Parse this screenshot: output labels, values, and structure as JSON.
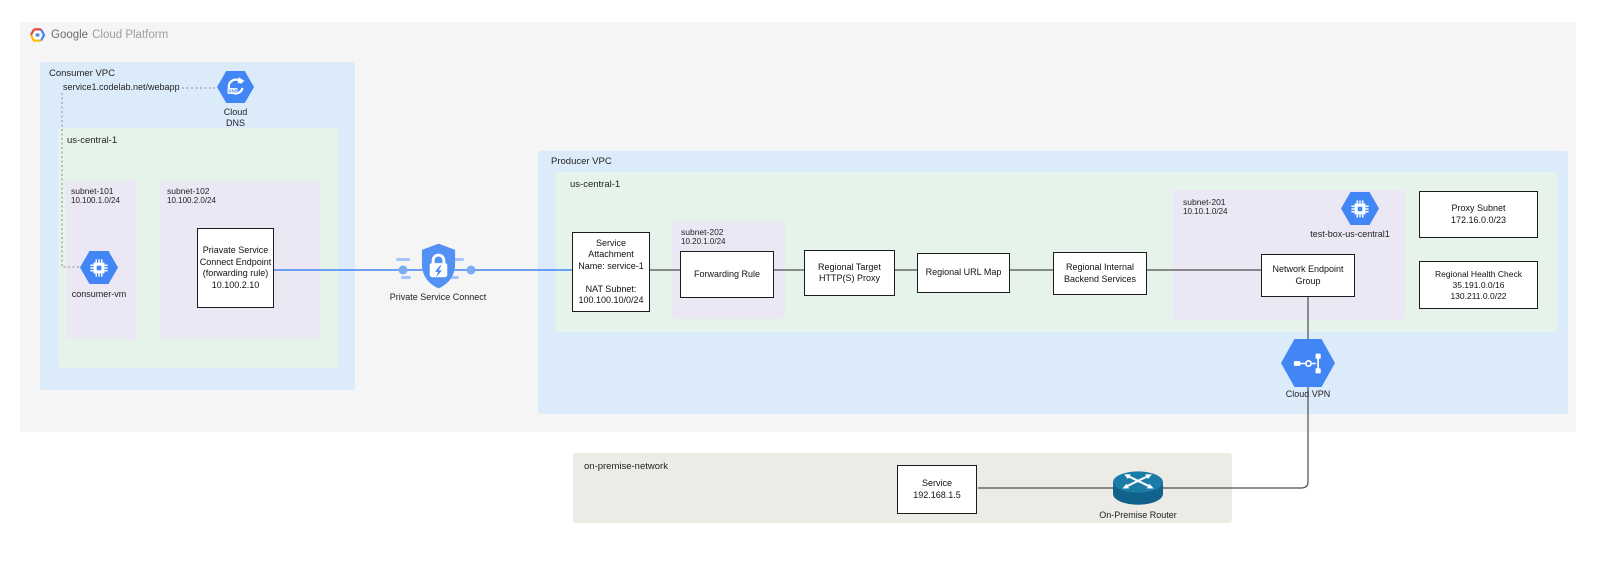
{
  "logo": {
    "google": "Google",
    "cloud_platform": "Cloud Platform"
  },
  "consumer_vpc": {
    "label": "Consumer VPC",
    "dns_record": "service1.codelab.net/webapp",
    "cloud_dns": {
      "label": "Cloud\nDNS"
    },
    "region_label": "us-central-1",
    "subnet101": {
      "name": "subnet-101",
      "cidr": "10.100.1.0/24"
    },
    "consumer_vm": {
      "label": "consumer-vm"
    },
    "subnet102": {
      "name": "subnet-102",
      "cidr": "10.100.2.0/24"
    },
    "psc_endpoint": {
      "text": "Priavate Service\nConnect Endpoint\n(forwarding rule)\n10.100.2.10"
    }
  },
  "psc": {
    "label": "Private Service Connect"
  },
  "producer_vpc": {
    "label": "Producer VPC",
    "region_label": "us-central-1",
    "service_attachment": {
      "text": "Service\nAttachment\nName: service-1\n\nNAT Subnet:\n100.100.10/0/24"
    },
    "subnet202": {
      "name": "subnet-202",
      "cidr": "10.20.1.0/24"
    },
    "forwarding_rule": {
      "label": "Forwarding Rule"
    },
    "target_proxy": {
      "text": "Regional Target\nHTTP(S) Proxy"
    },
    "url_map": {
      "label": "Regional URL Map"
    },
    "backend_services": {
      "text": "Regional Internal\nBackend Services"
    },
    "subnet201": {
      "name": "subnet-201",
      "cidr": "10.10.1.0/24"
    },
    "test_box": {
      "label": "test-box-us-central1"
    },
    "neg": {
      "text": "Network Endpoint\nGroup"
    },
    "proxy_subnet": {
      "text": "Proxy Subnet\n172.16.0.0/23"
    },
    "health_check": {
      "text": "Regional Health Check\n35.191.0.0/16\n130.211.0.0/22"
    },
    "cloud_vpn": {
      "label": "Cloud VPN"
    }
  },
  "on_premise": {
    "label": "on-premise-network",
    "service": {
      "text": "Service\n192.168.1.5"
    },
    "router": {
      "label": "On-Premise Router"
    }
  },
  "colors": {
    "accent_blue": "#4285f4",
    "vpc_fill": "#dcebfa",
    "region_fill": "#e5f3ea",
    "subnet_fill": "#ece7f5",
    "on_premise_fill": "#edebe5",
    "canvas_fill": "#f5f5f6",
    "router_teal": "#17678f",
    "connector_gray": "#4d4d4d"
  }
}
